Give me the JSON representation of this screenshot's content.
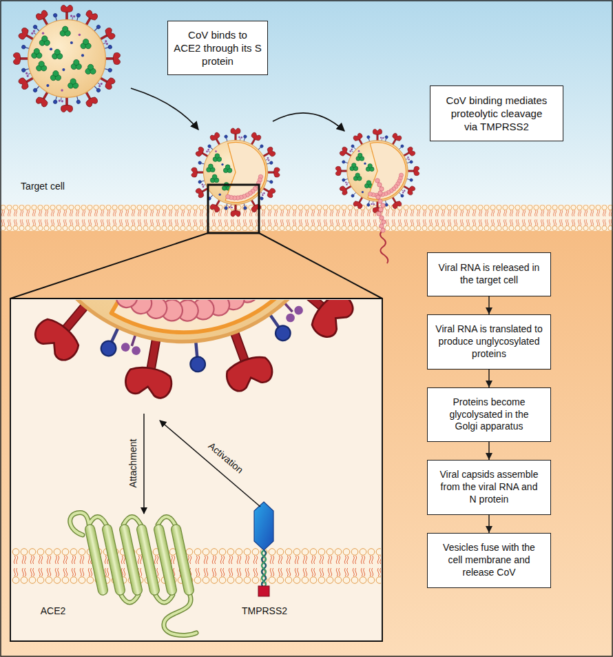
{
  "diagram": {
    "nodes": [
      {
        "text": [
          "CoV binds to ACE2 through its S protein"
        ]
      },
      {
        "text": [
          "CoV binding mediates proteolytic cleavage via TMPRSS2"
        ]
      },
      {
        "text": [
          "Viral RNA is released in the target cell"
        ]
      },
      {
        "text": [
          "Viral RNA is translated to produce unglycosylated proteins"
        ]
      },
      {
        "text": [
          "Proteins become glycolysated in the Golgi apparatus"
        ]
      },
      {
        "text": [
          "Viral capsids assemble from the viral RNA and N protein"
        ]
      },
      {
        "text": [
          "Vesicles fuse with the cell membrane and release CoV"
        ]
      }
    ],
    "edges": [
      {
        "from": 2,
        "to": 3,
        "arrow": "to"
      },
      {
        "from": 3,
        "to": 4,
        "arrow": "to"
      },
      {
        "from": 4,
        "to": 5,
        "arrow": "to"
      },
      {
        "from": 5,
        "to": 6,
        "arrow": "to"
      }
    ],
    "labels": [
      "Target cell",
      "Attachment",
      "Activation",
      "ACE2",
      "TMPRSS2"
    ]
  }
}
